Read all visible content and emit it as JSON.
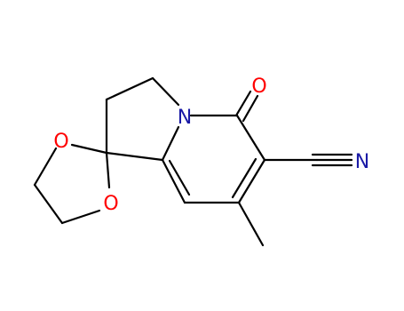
{
  "molecule": {
    "atoms": {
      "oxygen_carbonyl": "O",
      "nitrogen_ring": "N",
      "nitrogen_nitrile": "N",
      "oxygen_upper": "O",
      "oxygen_lower": "O"
    },
    "colors": {
      "carbon_bond": "#000000",
      "oxygen": "#ff0000",
      "nitrogen": "#1a1aa6"
    }
  }
}
